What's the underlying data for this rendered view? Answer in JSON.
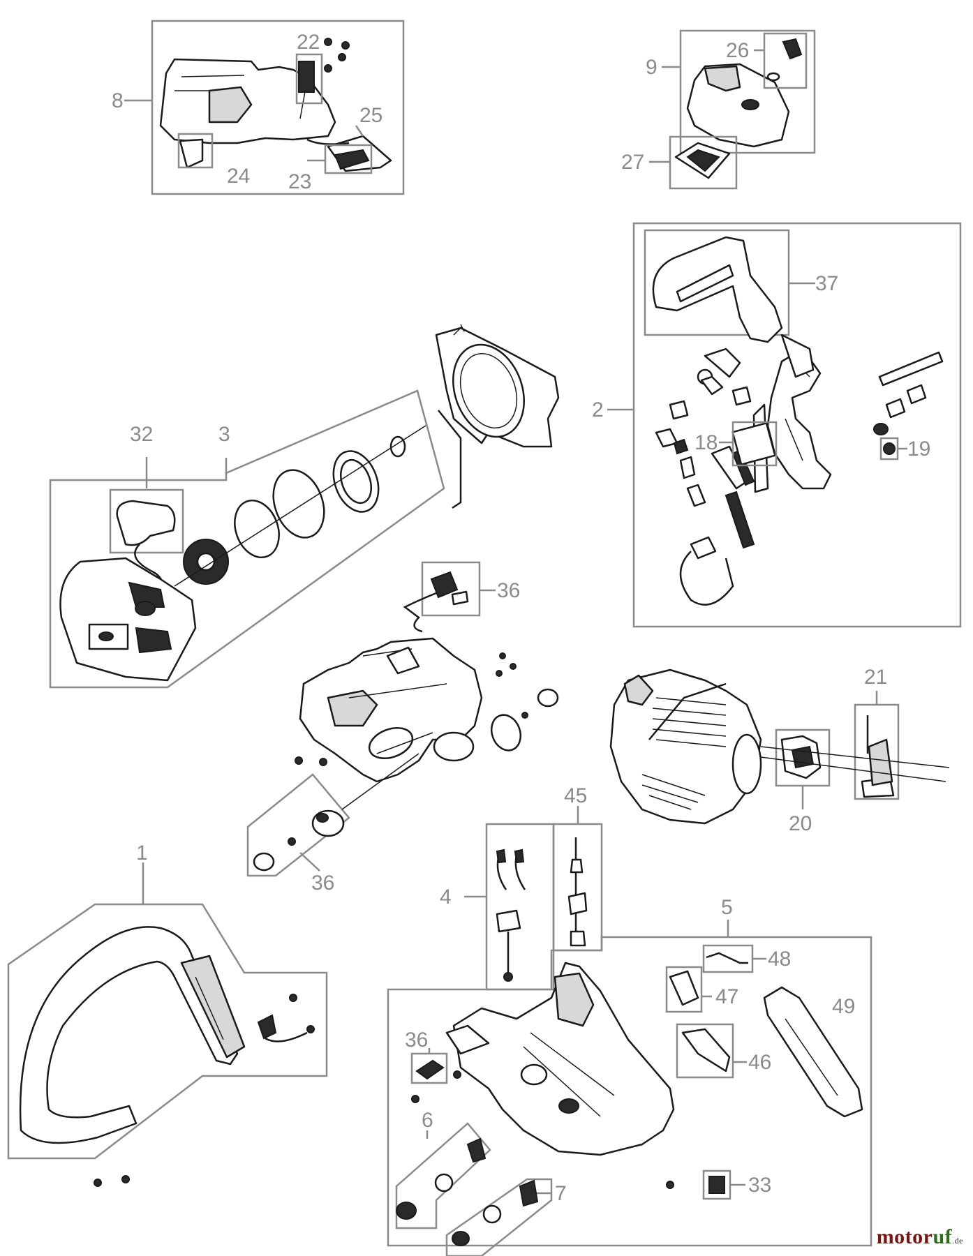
{
  "diagram": {
    "labels": [
      {
        "id": "8",
        "text": "8"
      },
      {
        "id": "22",
        "text": "22"
      },
      {
        "id": "25",
        "text": "25"
      },
      {
        "id": "24",
        "text": "24"
      },
      {
        "id": "23",
        "text": "23"
      },
      {
        "id": "9",
        "text": "9"
      },
      {
        "id": "26",
        "text": "26"
      },
      {
        "id": "27",
        "text": "27"
      },
      {
        "id": "37",
        "text": "37"
      },
      {
        "id": "2",
        "text": "2"
      },
      {
        "id": "18",
        "text": "18"
      },
      {
        "id": "19",
        "text": "19"
      },
      {
        "id": "32",
        "text": "32"
      },
      {
        "id": "3",
        "text": "3"
      },
      {
        "id": "36a",
        "text": "36"
      },
      {
        "id": "21",
        "text": "21"
      },
      {
        "id": "20",
        "text": "20"
      },
      {
        "id": "45",
        "text": "45"
      },
      {
        "id": "36b",
        "text": "36"
      },
      {
        "id": "1",
        "text": "1"
      },
      {
        "id": "4",
        "text": "4"
      },
      {
        "id": "5",
        "text": "5"
      },
      {
        "id": "48",
        "text": "48"
      },
      {
        "id": "47",
        "text": "47"
      },
      {
        "id": "49",
        "text": "49"
      },
      {
        "id": "36c",
        "text": "36"
      },
      {
        "id": "46",
        "text": "46"
      },
      {
        "id": "6",
        "text": "6"
      },
      {
        "id": "7",
        "text": "7"
      },
      {
        "id": "33",
        "text": "33"
      }
    ]
  },
  "watermark": {
    "part1": "motor",
    "part2": "uf",
    "suffix": ".de"
  },
  "colors": {
    "label": "#8a8a8a",
    "line": "#1a1a1a",
    "brand_red": "#7a1410",
    "brand_green": "#2f6c1e"
  }
}
